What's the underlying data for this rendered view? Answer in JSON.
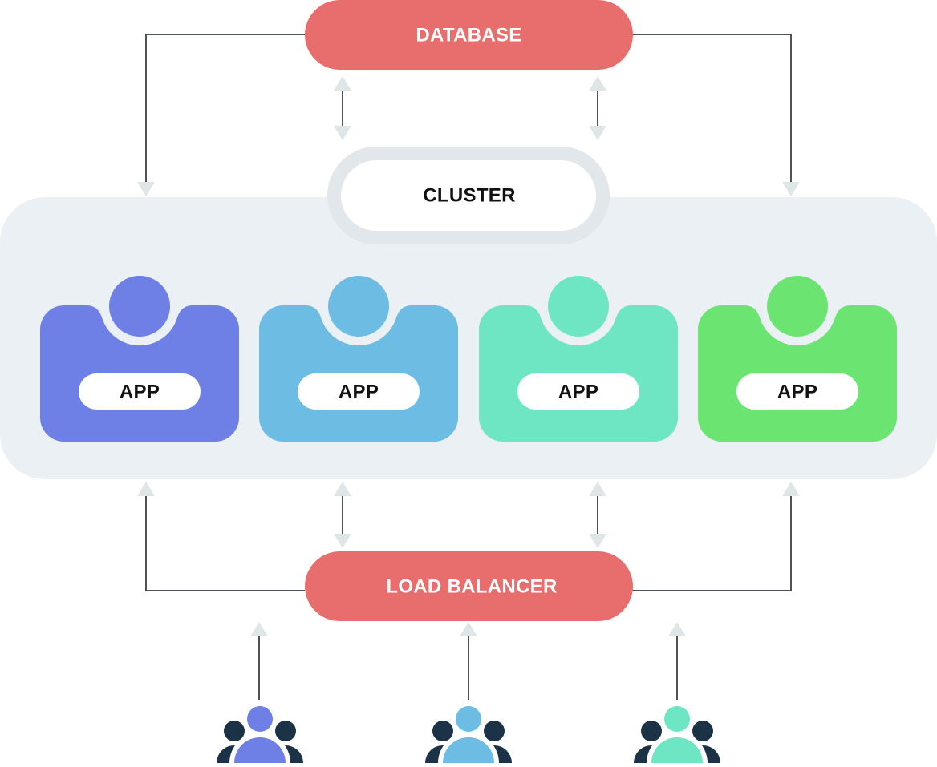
{
  "database": {
    "label": "DATABASE"
  },
  "cluster": {
    "label": "CLUSTER"
  },
  "load_balancer": {
    "label": "LOAD BALANCER"
  },
  "apps": [
    {
      "label": "APP",
      "color": "#6E80E6"
    },
    {
      "label": "APP",
      "color": "#6DBCE3"
    },
    {
      "label": "APP",
      "color": "#6EE6C4"
    },
    {
      "label": "APP",
      "color": "#6CE472"
    }
  ],
  "user_groups": [
    {
      "icon": "user-group-icon",
      "accent": "#6E80E6"
    },
    {
      "icon": "user-group-icon",
      "accent": "#6DBCE3"
    },
    {
      "icon": "user-group-icon",
      "accent": "#6EE6C4"
    }
  ],
  "colors": {
    "pill_red": "#E76E6D",
    "cluster_panel": "#EBF0F4",
    "cluster_ring": "#E1E7EA",
    "connector_line": "#4F5357",
    "arrow_head": "#E0E6E8",
    "user_dark": "#1C3247"
  }
}
